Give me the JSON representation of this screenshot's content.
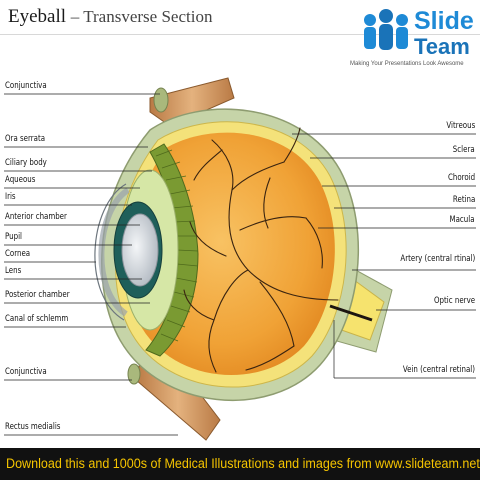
{
  "header": {
    "title_main": "Eyeball",
    "title_sub": "– Transverse Section"
  },
  "logo": {
    "line1": "Slide",
    "line2": "Team",
    "tagline": "Making Your Presentations Look Awesome"
  },
  "labels_left": [
    "Conjunctiva",
    "Ora serrata",
    "Ciliary body",
    "Aqueous",
    "Iris",
    "Anterior chamber",
    "Pupil",
    "Cornea",
    "Lens",
    "Posterior chamber",
    "Canal of schlemm",
    "Conjunctiva",
    "Rectus medialis"
  ],
  "labels_right": [
    "Vitreous",
    "Sclera",
    "Choroid",
    "Retina",
    "Macula",
    "Artery (central rtinal)",
    "Optic nerve",
    "Vein (central retinal)"
  ],
  "footer": {
    "text": "Download this and 1000s of Medical Illustrations and images from www.slideteam.net"
  },
  "colors": {
    "sclera": "#c6d4a8",
    "choroid": "#f4e27a",
    "vitreous": "#f2a33a",
    "vessel": "#3a2410",
    "footer_bg": "#111111",
    "footer_text": "#f5c400",
    "logo_blue": "#1e8ad6"
  }
}
